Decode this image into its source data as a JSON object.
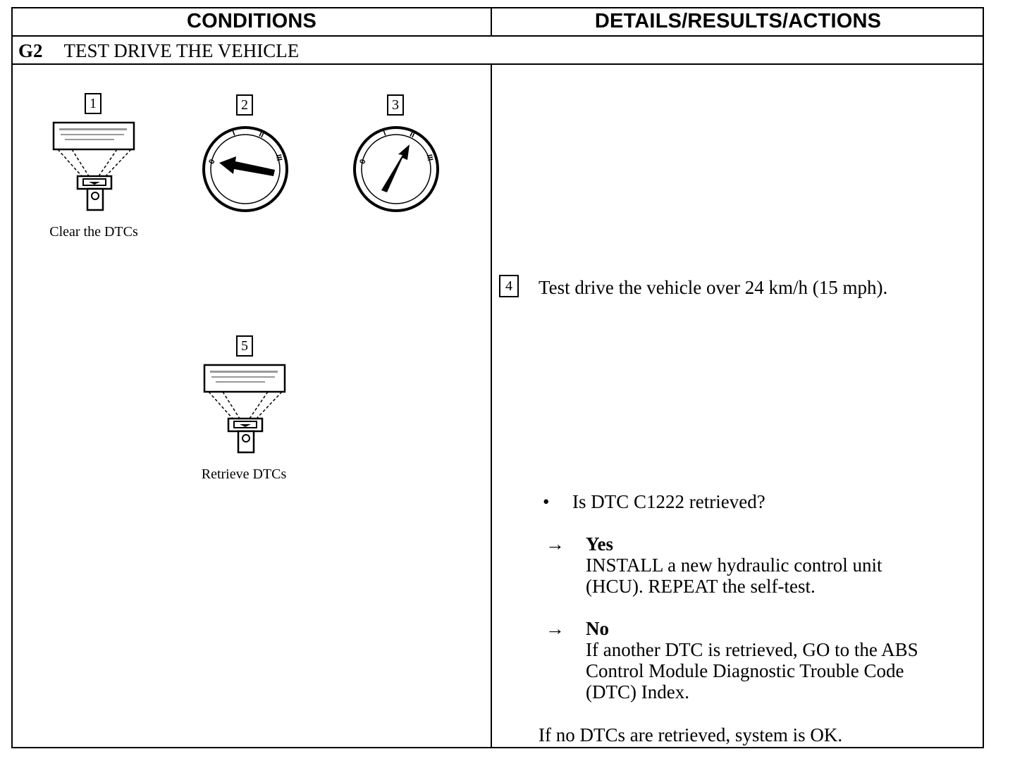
{
  "header": {
    "conditions": "CONDITIONS",
    "details": "DETAILS/RESULTS/ACTIONS"
  },
  "section": {
    "id": "G2",
    "title": "TEST DRIVE THE VEHICLE"
  },
  "steps": [
    {
      "num": "1",
      "caption": "Clear the DTCs",
      "icon": "scan-tool-icon"
    },
    {
      "num": "2",
      "caption": "",
      "icon": "ignition-switch-off-icon"
    },
    {
      "num": "3",
      "caption": "",
      "icon": "ignition-switch-on-icon"
    },
    {
      "num": "4",
      "text": "Test drive the vehicle over 24 km/h (15 mph)."
    },
    {
      "num": "5",
      "caption": "Retrieve DTCs",
      "icon": "scan-tool-icon"
    }
  ],
  "switch_labels": {
    "off": "0",
    "acc": "I",
    "on": "II",
    "start": "III"
  },
  "results": {
    "bullet": "•",
    "question": "Is DTC C1222 retrieved?",
    "arrow": "→",
    "yes": {
      "label": "Yes",
      "lines": [
        "INSTALL a new hydraulic control unit",
        "(HCU). REPEAT the self-test."
      ]
    },
    "no": {
      "label": "No",
      "lines": [
        "If another DTC is retrieved, GO to the ABS",
        "Control Module Diagnostic Trouble Code",
        "(DTC) Index."
      ]
    },
    "footer": "If no DTCs are retrieved, system is OK."
  }
}
